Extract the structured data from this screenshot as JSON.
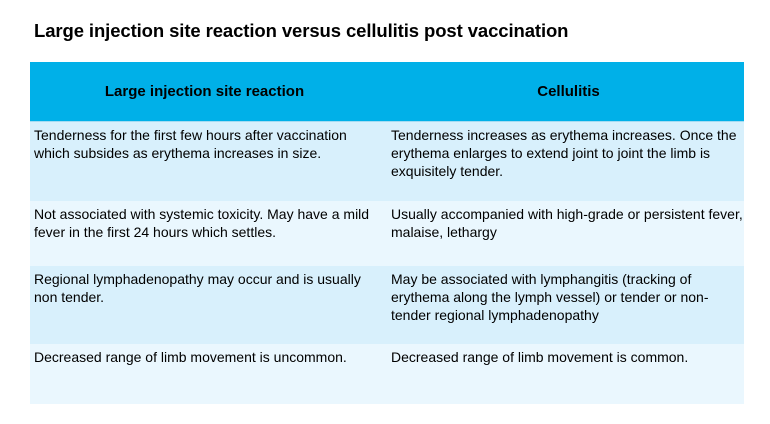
{
  "page": {
    "title": "Large injection site reaction versus cellulitis post vaccination"
  },
  "table": {
    "headers": [
      "Large injection site reaction",
      "Cellulitis"
    ],
    "rows": [
      [
        "Tenderness for the first few hours after vaccination which subsides as erythema increases in size.",
        "Tenderness increases as erythema increases. Once the erythema enlarges to extend joint to joint the limb is exquisitely tender."
      ],
      [
        "Not associated with systemic toxicity. May have a mild fever in the first 24 hours which settles.",
        "Usually accompanied with high-grade or persistent fever, malaise, lethargy"
      ],
      [
        "Regional lymphadenopathy may occur and is usually non tender.",
        "May be associated with lymphangitis (tracking of erythema along the lymph vessel) or tender or non-tender regional lymphadenopathy"
      ],
      [
        "Decreased range of limb movement is uncommon.",
        "Decreased range of limb movement is common."
      ]
    ]
  },
  "colors": {
    "header_bg": "#00b0e8",
    "row_odd_bg": "#d8f0fc",
    "row_even_bg": "#eaf7fe",
    "text": "#000000"
  }
}
